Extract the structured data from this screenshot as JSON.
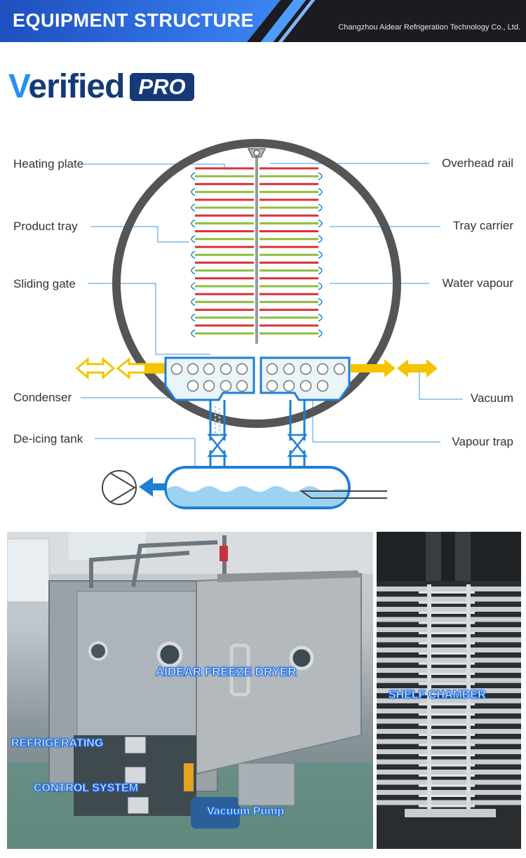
{
  "header": {
    "title": "EQUIPMENT STRUCTURE",
    "company": "Changzhou Aidear Refrigeration Technology Co., Ltd."
  },
  "badge": {
    "word_first": "V",
    "word_rest": "erified",
    "pro": "PRO"
  },
  "diagram": {
    "labels_left": [
      "Heating plate",
      "Product tray",
      "Sliding gate",
      "Condenser",
      "De-icing tank"
    ],
    "labels_right": [
      "Overhead rail",
      "Tray carrier",
      "Water vapour",
      "Vacuum",
      "Vapour trap"
    ]
  },
  "photos": {
    "left_labels": {
      "dryer": "AIDEAR FREEZE DRYER",
      "refrigerating": "REFRIGERATING",
      "control": "CONTROL SYSTEM",
      "pump": "Vacuum Pump"
    },
    "right_label": "SHELF CHAMBER"
  },
  "colors": {
    "banner_blue": "#2f6fe0",
    "chamber_ring": "#555555",
    "pipe_blue": "#1e7fd6",
    "heating_red": "#d8323c",
    "tray_green": "#8cbf3f",
    "arrow_yellow": "#f5c400",
    "label_highlight": "#1e6ee6"
  }
}
